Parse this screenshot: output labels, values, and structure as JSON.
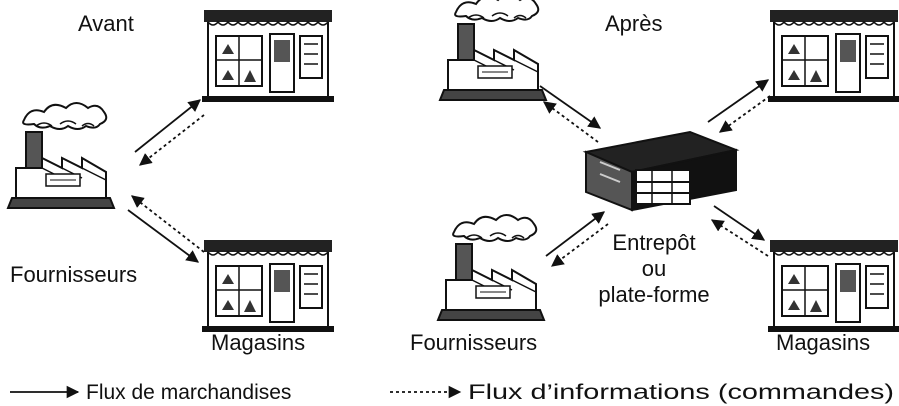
{
  "panels": {
    "before": {
      "title": "Avant",
      "supplier_label": "Fournisseurs",
      "stores_label": "Magasins"
    },
    "after": {
      "title": "Après",
      "supplier_label": "Fournisseurs",
      "warehouse_label_lines": [
        "Entrepôt",
        "ou",
        "plate-forme"
      ],
      "stores_label": "Magasins"
    }
  },
  "legend": {
    "goods_flow": "Flux de marchandises",
    "info_flow": "Flux d’informations (commandes)"
  }
}
